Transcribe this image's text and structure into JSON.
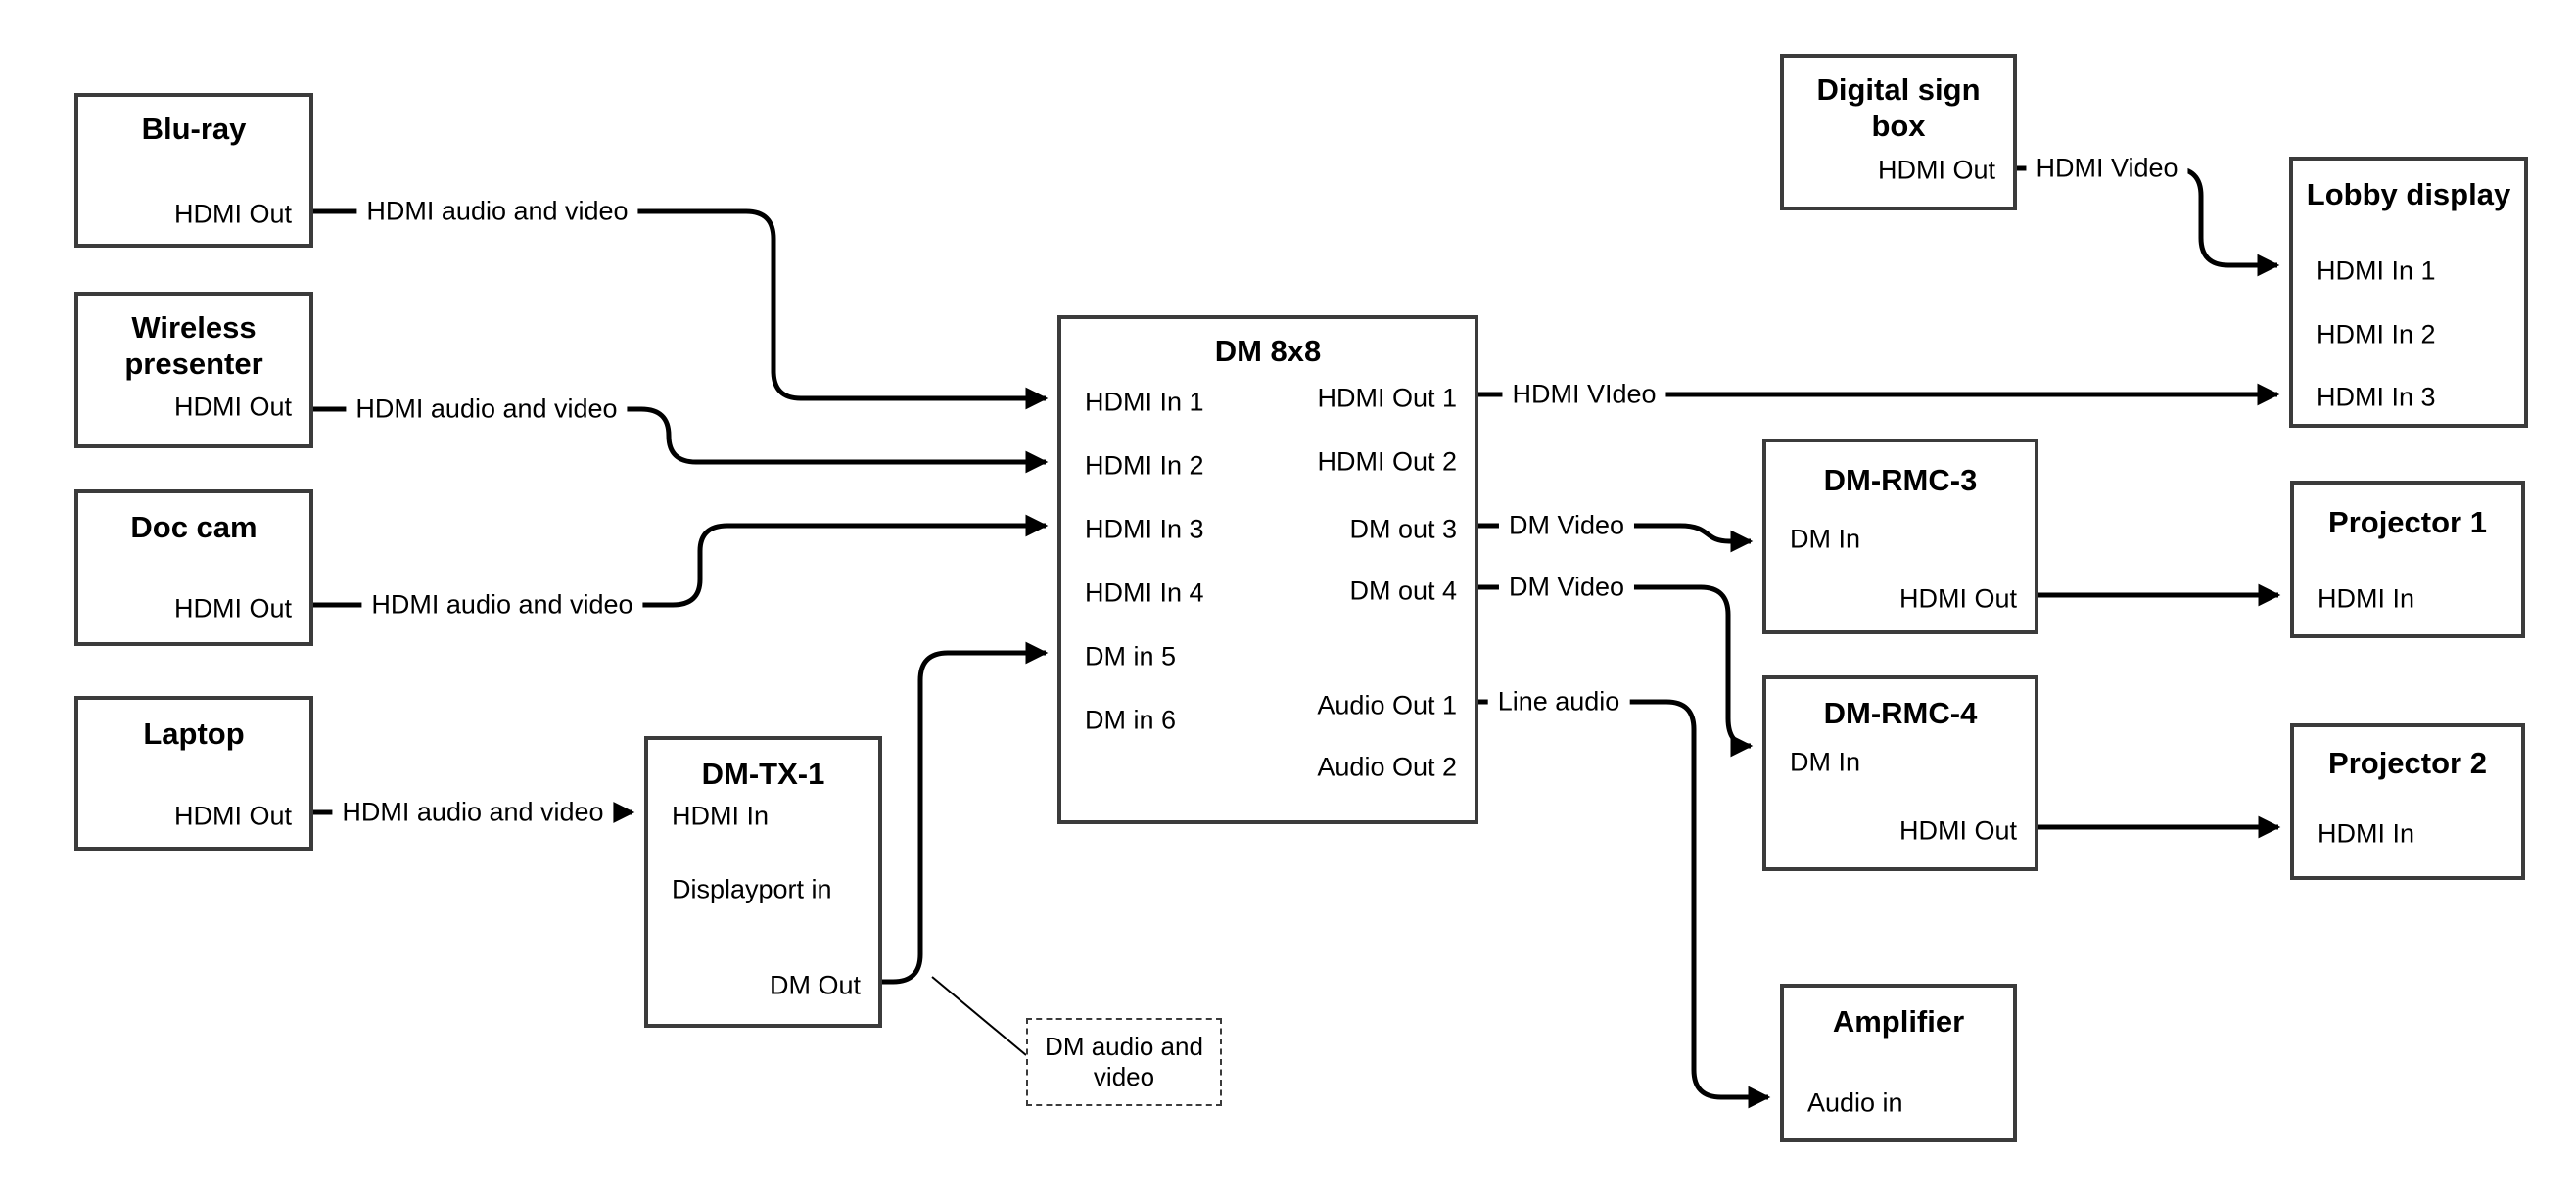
{
  "diagram": {
    "colors": {
      "wire": "#000000",
      "box_border": "#3b3b3b",
      "text": "#000000",
      "background": "#ffffff"
    },
    "nodes": {
      "bluray": {
        "title": "Blu-ray",
        "ports": {
          "hdmi_out": "HDMI Out"
        }
      },
      "wireless_presenter": {
        "title": "Wireless presenter",
        "ports": {
          "hdmi_out": "HDMI Out"
        }
      },
      "doc_cam": {
        "title": "Doc cam",
        "ports": {
          "hdmi_out": "HDMI Out"
        }
      },
      "laptop": {
        "title": "Laptop",
        "ports": {
          "hdmi_out": "HDMI Out"
        }
      },
      "dm_tx_1": {
        "title": "DM-TX-1",
        "ports": {
          "hdmi_in": "HDMI In",
          "displayport_in": "Displayport in",
          "dm_out": "DM Out"
        }
      },
      "dm_8x8": {
        "title": "DM 8x8",
        "ports": {
          "hdmi_in_1": "HDMI In 1",
          "hdmi_in_2": "HDMI In 2",
          "hdmi_in_3": "HDMI In 3",
          "hdmi_in_4": "HDMI In 4",
          "dm_in_5": "DM in 5",
          "dm_in_6": "DM in 6",
          "hdmi_out_1": "HDMI Out 1",
          "hdmi_out_2": "HDMI Out 2",
          "dm_out_3": "DM out 3",
          "dm_out_4": "DM out 4",
          "audio_out_1": "Audio Out 1",
          "audio_out_2": "Audio Out 2"
        }
      },
      "digital_sign_box": {
        "title": "Digital sign box",
        "ports": {
          "hdmi_out": "HDMI Out"
        }
      },
      "lobby_display": {
        "title": "Lobby display",
        "ports": {
          "hdmi_in_1": "HDMI In 1",
          "hdmi_in_2": "HDMI In 2",
          "hdmi_in_3": "HDMI In 3"
        }
      },
      "dm_rmc_3": {
        "title": "DM-RMC-3",
        "ports": {
          "dm_in": "DM In",
          "hdmi_out": "HDMI Out"
        }
      },
      "dm_rmc_4": {
        "title": "DM-RMC-4",
        "ports": {
          "dm_in": "DM In",
          "hdmi_out": "HDMI Out"
        }
      },
      "projector_1": {
        "title": "Projector 1",
        "ports": {
          "hdmi_in": "HDMI In"
        }
      },
      "projector_2": {
        "title": "Projector 2",
        "ports": {
          "hdmi_in": "HDMI In"
        }
      },
      "amplifier": {
        "title": "Amplifier",
        "ports": {
          "audio_in": "Audio in"
        }
      }
    },
    "wire_labels": {
      "bluray_to_dm8x8": "HDMI audio and video",
      "wireless_to_dm8x8": "HDMI audio and video",
      "doccam_to_dm8x8": "HDMI audio and video",
      "laptop_to_dmtx1": "HDMI audio and video",
      "dm8x8_out1_to_lobby": "HDMI VIdeo",
      "dm8x8_out3_to_rmc3": "DM Video",
      "dm8x8_out4_to_rmc4": "DM Video",
      "dm8x8_audio1_to_amp": "Line audio",
      "digitalsign_to_lobby": "HDMI Video"
    },
    "annotation": {
      "text": "DM audio and video"
    }
  }
}
